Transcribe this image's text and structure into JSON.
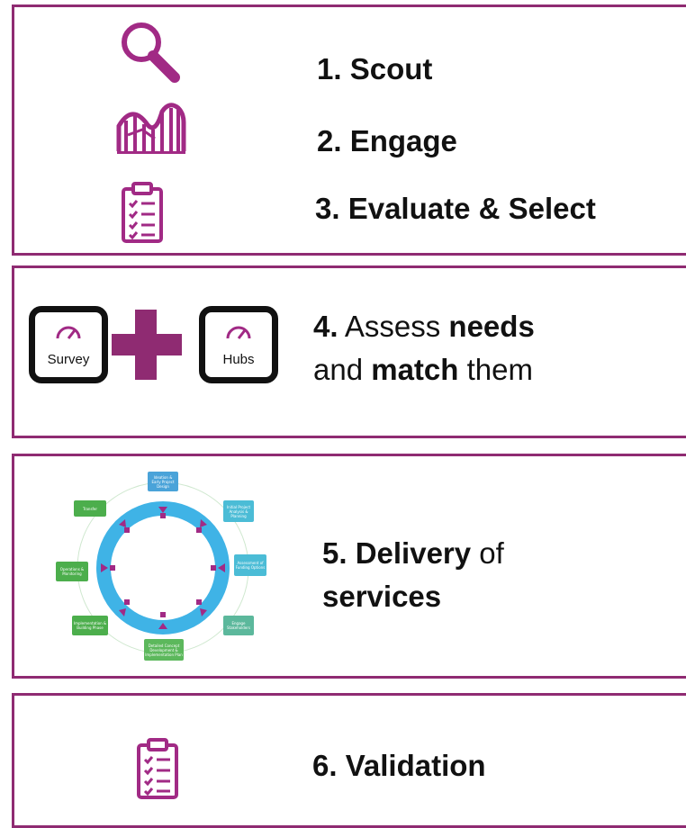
{
  "colors": {
    "accent": "#8f2b72",
    "icon": "#a12a85",
    "cycle_ring": "#3fb3e6",
    "box_blue": "#4aa3d9",
    "box_green": "#5cb85c"
  },
  "steps": {
    "scout": {
      "number": "1.",
      "text": "Scout",
      "icon": "magnifier-icon"
    },
    "engage": {
      "number": "2.",
      "text": "Engage",
      "icon": "rollercoaster-icon"
    },
    "evaluate": {
      "number": "3.",
      "text": "Evaluate & Select",
      "icon": "clipboard-checklist-icon"
    },
    "assess": {
      "number": "4.",
      "text_a": " Assess ",
      "text_b": "needs",
      "text_c": "and ",
      "text_d": "match",
      "text_e": " them",
      "survey_label": "Survey",
      "hubs_label": "Hubs"
    },
    "delivery": {
      "number": "5.",
      "text_a": " Delivery",
      "text_b": " of",
      "text_c": "services"
    },
    "validation": {
      "number": "6.",
      "text": "Validation",
      "icon": "clipboard-checklist-icon"
    }
  },
  "cycle": {
    "boxes": [
      {
        "label": "Ideation & Early Project Design"
      },
      {
        "label": "Initial Project Analysis & Planning"
      },
      {
        "label": "Assessment of Funding Options"
      },
      {
        "label": "Engage Stakeholders"
      },
      {
        "label": "Detailed Concept Development & Implementation Plan"
      },
      {
        "label": "Implementation & Building Phase"
      },
      {
        "label": "Operations & Monitoring"
      },
      {
        "label": "Transfer"
      }
    ]
  }
}
